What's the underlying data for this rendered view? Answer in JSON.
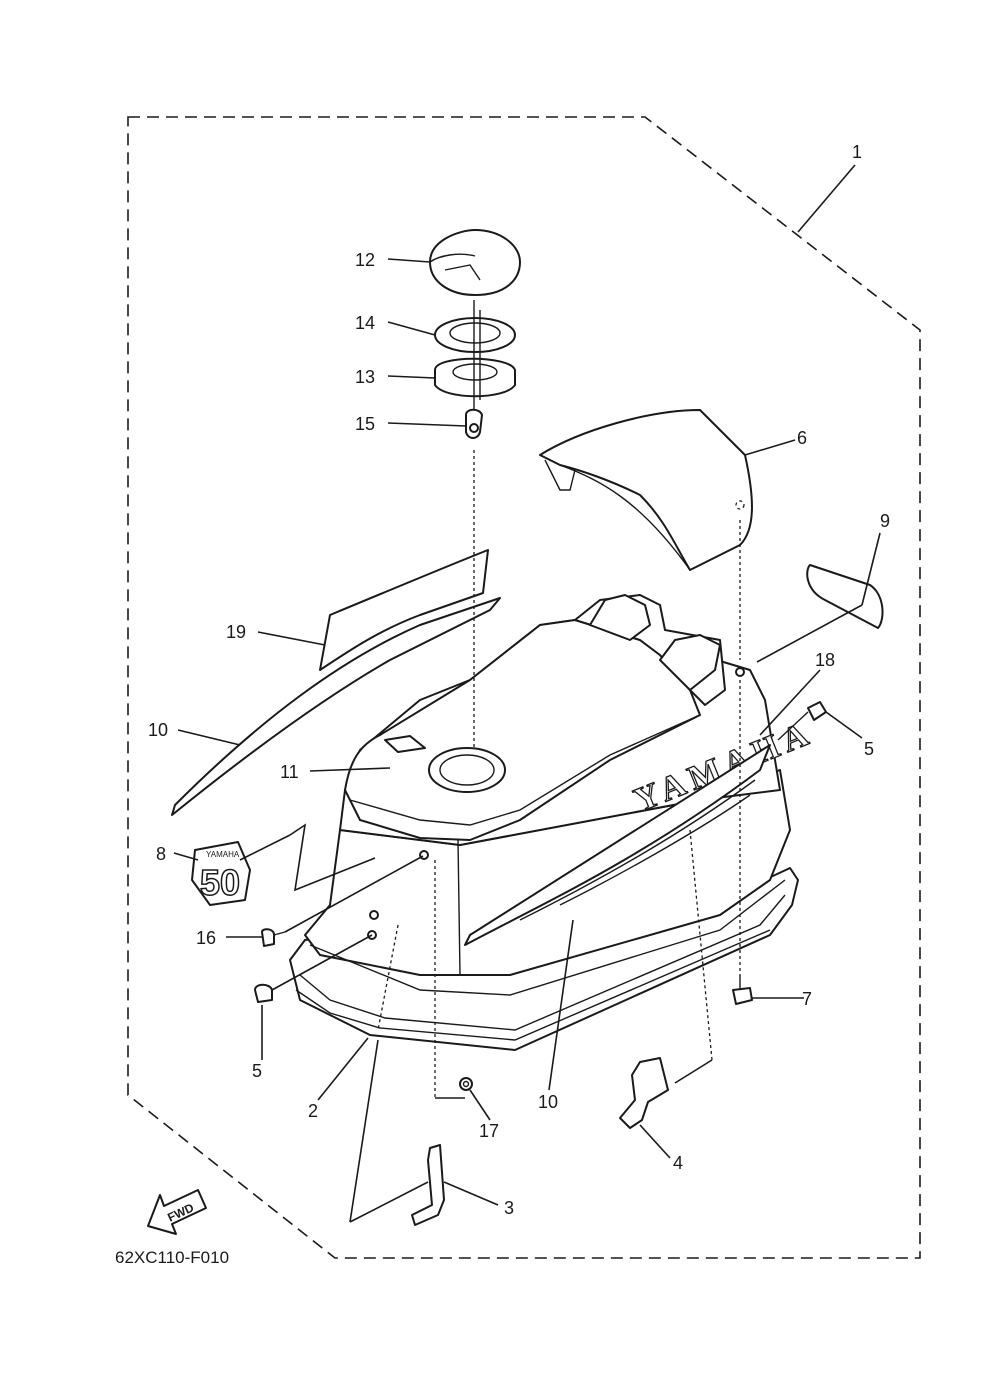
{
  "diagram": {
    "brand_text": "YAMAHA",
    "model_badge_text": "50",
    "badge_brand_text": "YAMAHA",
    "fwd_label": "FWD",
    "figure_code": "62XC110-F010",
    "callouts": [
      {
        "id": "c1",
        "number": "1"
      },
      {
        "id": "c2",
        "number": "2"
      },
      {
        "id": "c3",
        "number": "3"
      },
      {
        "id": "c4",
        "number": "4"
      },
      {
        "id": "c5a",
        "number": "5"
      },
      {
        "id": "c5b",
        "number": "5"
      },
      {
        "id": "c6",
        "number": "6"
      },
      {
        "id": "c7",
        "number": "7"
      },
      {
        "id": "c8",
        "number": "8"
      },
      {
        "id": "c9",
        "number": "9"
      },
      {
        "id": "c10a",
        "number": "10"
      },
      {
        "id": "c10b",
        "number": "10"
      },
      {
        "id": "c11",
        "number": "11"
      },
      {
        "id": "c12",
        "number": "12"
      },
      {
        "id": "c13",
        "number": "13"
      },
      {
        "id": "c14",
        "number": "14"
      },
      {
        "id": "c15",
        "number": "15"
      },
      {
        "id": "c16",
        "number": "16"
      },
      {
        "id": "c17",
        "number": "17"
      },
      {
        "id": "c18",
        "number": "18"
      },
      {
        "id": "c19",
        "number": "19"
      }
    ]
  }
}
